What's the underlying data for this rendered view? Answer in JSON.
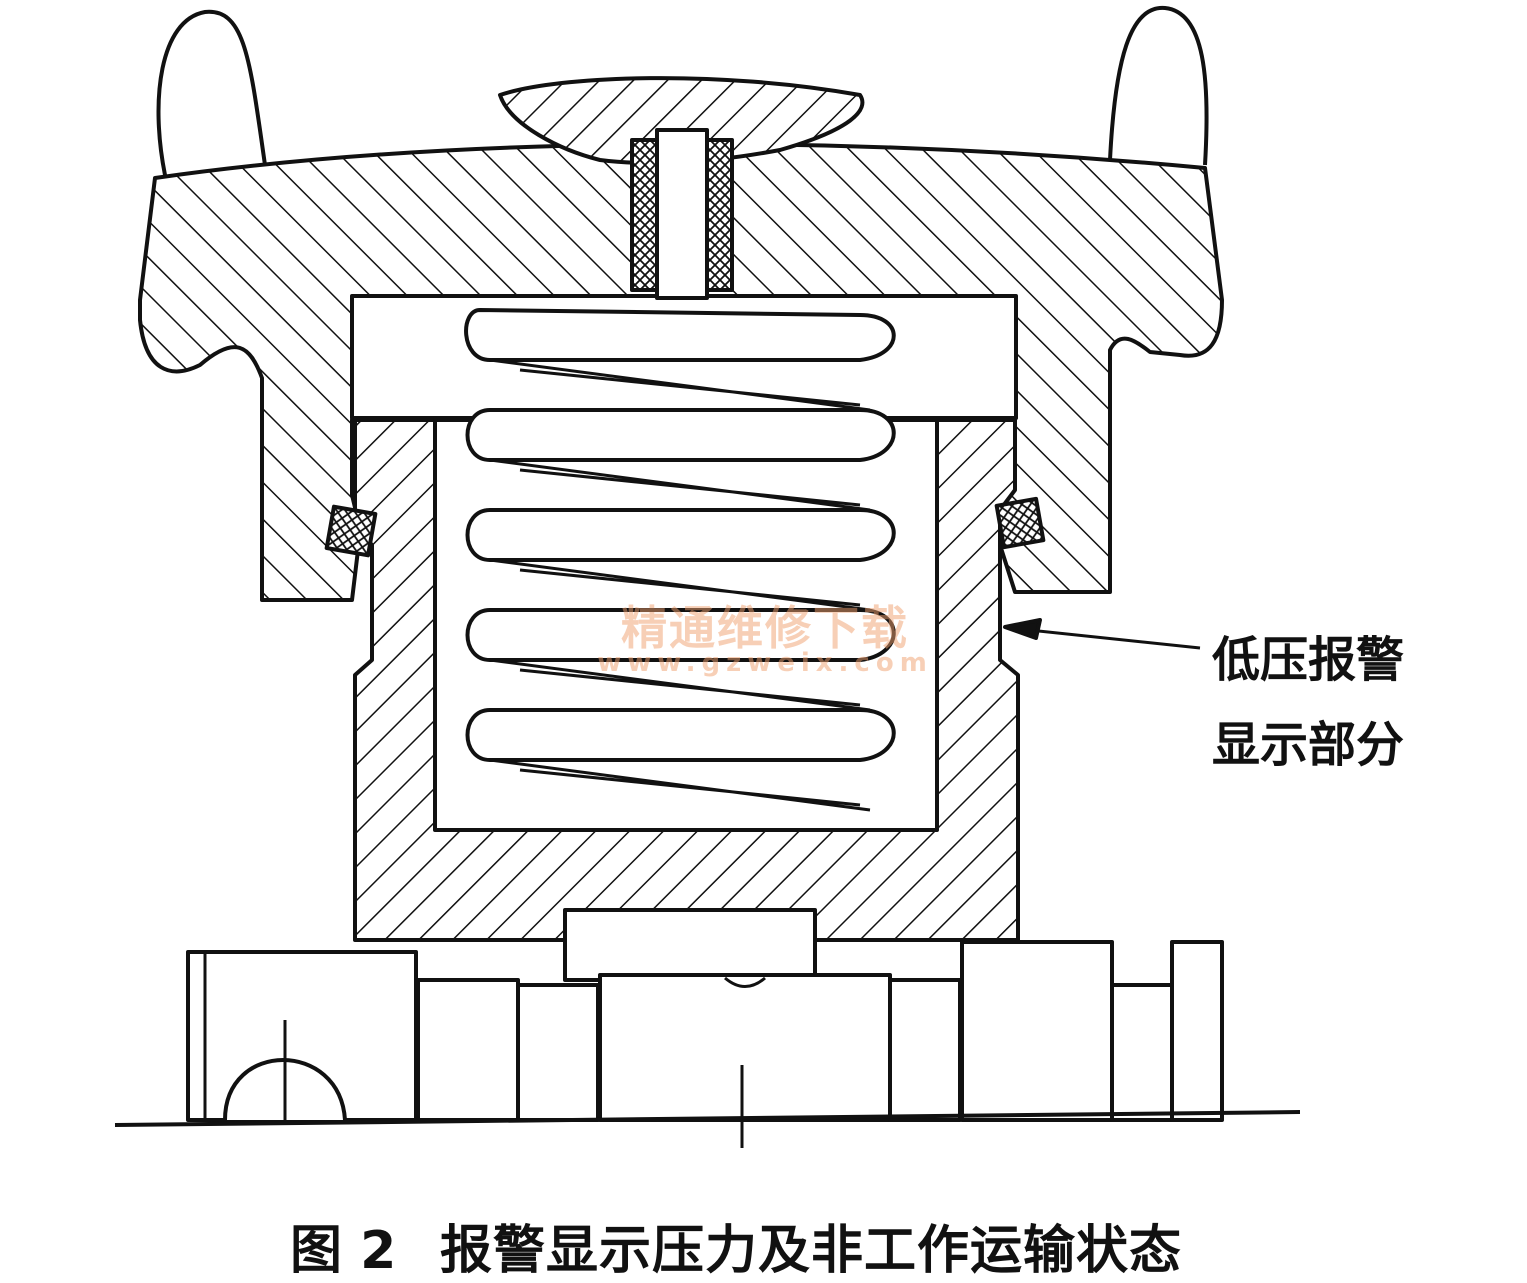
{
  "callout": {
    "line1": "低压报警",
    "line2": "显示部分"
  },
  "caption": {
    "figure_no": "图 2",
    "text": "报警显示压力及非工作运输状态"
  },
  "watermark": {
    "text": "精通维修下载",
    "url": "www.gzweix.com"
  },
  "colors": {
    "ink": "#111111",
    "paper": "#ffffff",
    "watermark": "#f0a070"
  }
}
